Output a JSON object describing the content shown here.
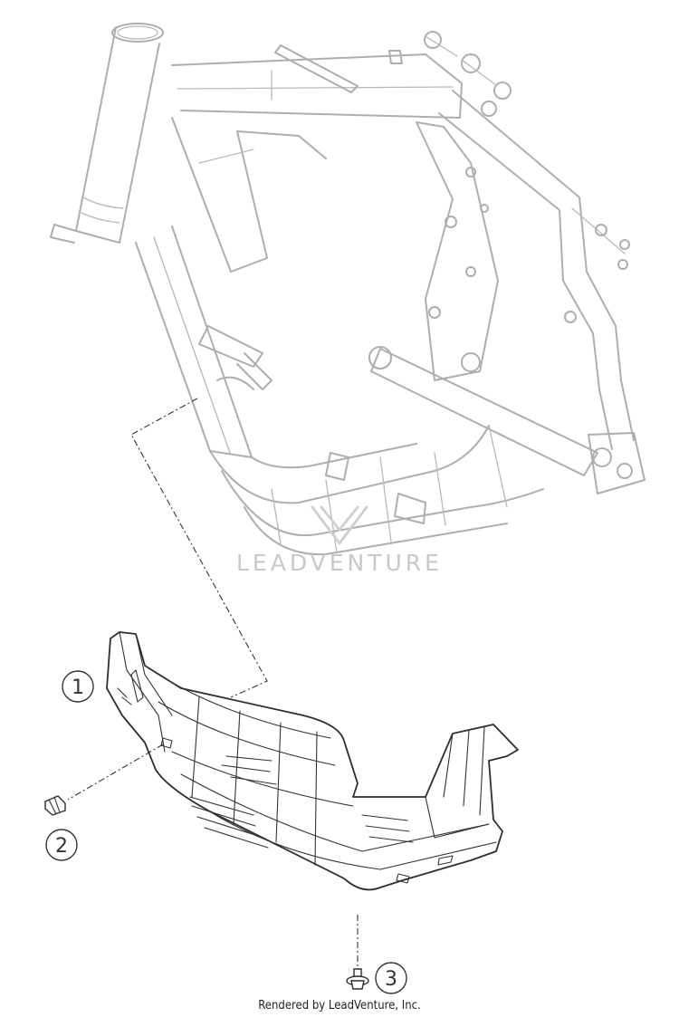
{
  "watermark": {
    "text": "LEADVENTURE"
  },
  "callouts": [
    {
      "number": "1",
      "part": "skid plate"
    },
    {
      "number": "2",
      "part": "collar bolt"
    },
    {
      "number": "3",
      "part": "collar bolt"
    }
  ],
  "footer": {
    "text": "Rendered by LeadVenture, Inc."
  },
  "colors": {
    "frame": "#aeaeae",
    "parts": "#2e2e2e",
    "watermark": "#c8c8c8"
  }
}
